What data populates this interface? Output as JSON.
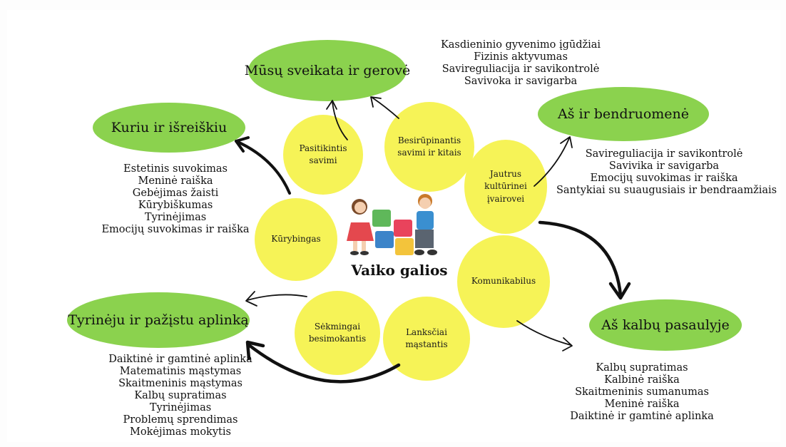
{
  "center": {
    "title": "Vaiko galios"
  },
  "areas": {
    "health": "Mūsų sveikata ir gerovė",
    "create": "Kuriu ir išreiškiu",
    "community": "Aš ir bendruomenė",
    "explore": "Tyrinėju ir pažįstu aplinką",
    "languages": "Aš kalbų pasaulyje"
  },
  "qualities": {
    "confident": "Pasitikintis savimi",
    "caring": "Besirūpinantis savimi ir kitais",
    "sensitive": "Jautrus kultūrinei įvairovei",
    "creative": "Kūrybingas",
    "communicative": "Komunikabilus",
    "learner": "Sėkmingai besimokantis",
    "flexible": "Lanksčiai mąstantis"
  },
  "lists": {
    "health": [
      "Kasdieninio gyvenimo įgūdžiai",
      "Fizinis aktyvumas",
      "Savireguliacija ir savikontrolė",
      "Savivoka ir savigarba"
    ],
    "community": [
      "Savireguliacija ir savikontrolė",
      "Savivika ir savigarba",
      "Emocijų suvokimas ir raiška",
      "Santykiai su suaugusiais ir bendraamžiais"
    ],
    "create": [
      "Estetinis suvokimas",
      "Meninė raiška",
      "Gebėjimas žaisti",
      "Kūrybiškumas",
      "Tyrinėjimas",
      "Emocijų suvokimas ir raiška"
    ],
    "explore": [
      "Daiktinė ir gamtinė aplinka",
      "Matematinis mąstymas",
      "Skaitmeninis mąstymas",
      "Kalbų supratimas",
      "Tyrinėjimas",
      "Problemų sprendimas",
      "Mokėjimas mokytis"
    ],
    "languages": [
      "Kalbų supratimas",
      "Kalbinė raiška",
      "Skaitmeninis sumanumas",
      "Meninė raiška",
      "Daiktinė ir gamtinė aplinka"
    ]
  },
  "colors": {
    "area": "#8bd24e",
    "quality": "#f6f357",
    "arrow": "#111111"
  }
}
